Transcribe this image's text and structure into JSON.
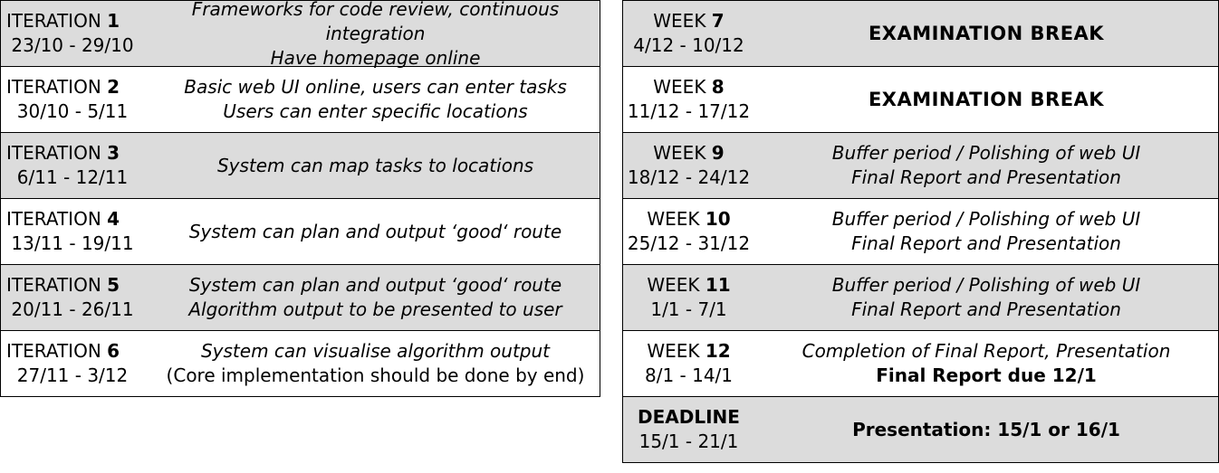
{
  "iterations": [
    {
      "word": "ITERATION",
      "num": "1",
      "dates": "23/10 - 29/10",
      "lines": [
        "Frameworks for code review, continuous integration",
        "Have homepage online"
      ]
    },
    {
      "word": "ITERATION",
      "num": "2",
      "dates": "30/10 - 5/11",
      "lines": [
        "Basic web UI online, users can enter tasks",
        "Users can enter specific locations"
      ]
    },
    {
      "word": "ITERATION",
      "num": "3",
      "dates": "6/11 - 12/11",
      "lines": [
        "System can map tasks to locations"
      ]
    },
    {
      "word": "ITERATION",
      "num": "4",
      "dates": "13/11 - 19/11",
      "lines": [
        "System can plan and output ‘good‘ route"
      ]
    },
    {
      "word": "ITERATION",
      "num": "5",
      "dates": "20/11 - 26/11",
      "lines": [
        "System can plan and output ‘good‘ route",
        "Algorithm output to be presented to user"
      ]
    },
    {
      "word": "ITERATION",
      "num": "6",
      "dates": "27/11 - 3/12",
      "lines": [
        "System can visualise algorithm output",
        "(Core implementation should be done by end)"
      ]
    }
  ],
  "weeks": [
    {
      "word": "WEEK",
      "num": "7",
      "dates": "4/12 - 10/12",
      "lines": [
        "EXAMINATION BREAK"
      ]
    },
    {
      "word": "WEEK",
      "num": "8",
      "dates": "11/12 - 17/12",
      "lines": [
        "EXAMINATION BREAK"
      ]
    },
    {
      "word": "WEEK",
      "num": "9",
      "dates": "18/12 - 24/12",
      "lines": [
        "Buffer period / Polishing of web UI",
        "Final Report and Presentation"
      ]
    },
    {
      "word": "WEEK",
      "num": "10",
      "dates": "25/12 - 31/12",
      "lines": [
        "Buffer period / Polishing of web UI",
        "Final Report and Presentation"
      ]
    },
    {
      "word": "WEEK",
      "num": "11",
      "dates": "1/1 - 7/1",
      "lines": [
        "Buffer period / Polishing of web UI",
        "Final Report and Presentation"
      ]
    },
    {
      "word": "WEEK",
      "num": "12",
      "dates": "8/1 - 14/1",
      "lines": [
        "Completion of Final Report, Presentation",
        "Final Report due 12/1"
      ]
    },
    {
      "word": "DEADLINE",
      "num": "",
      "dates": "15/1 - 21/1",
      "lines": [
        "Presentation: 15/1 or 16/1"
      ]
    }
  ]
}
